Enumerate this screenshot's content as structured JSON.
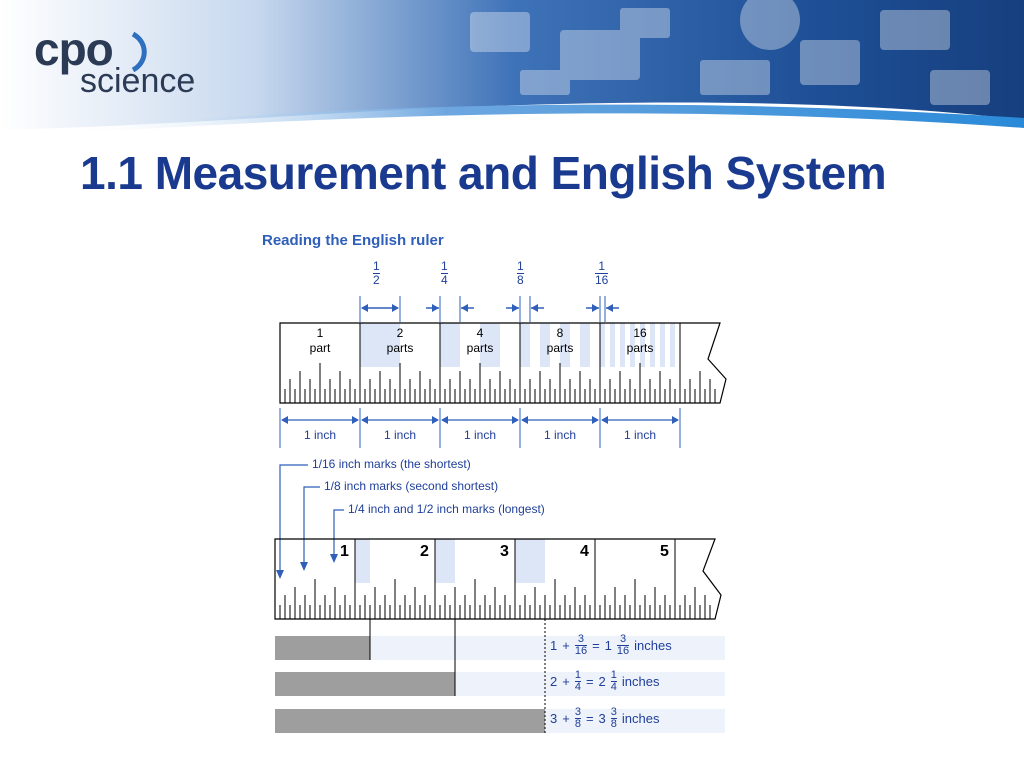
{
  "logo": {
    "line1": "cpo",
    "line2": "science"
  },
  "title": "1.1 Measurement and English System",
  "colors": {
    "title": "#1a3a8f",
    "logo_text": "#2b3a55",
    "logo_accent": "#2e6fbf",
    "figure_blue": "#2f5fb8",
    "figure_text": "#1f3f9a",
    "shade": "#dde6f7",
    "bar": "#9e9e9e"
  },
  "figure": {
    "heading": "Reading the English ruler",
    "top_fractions": [
      {
        "num": "1",
        "den": "2"
      },
      {
        "num": "1",
        "den": "4"
      },
      {
        "num": "1",
        "den": "8"
      },
      {
        "num": "1",
        "den": "16"
      }
    ],
    "part_labels": [
      {
        "top": "1",
        "bottom": "part"
      },
      {
        "top": "2",
        "bottom": "parts"
      },
      {
        "top": "4",
        "bottom": "parts"
      },
      {
        "top": "8",
        "bottom": "parts"
      },
      {
        "top": "16",
        "bottom": "parts"
      }
    ],
    "inch_labels": [
      "1 inch",
      "1 inch",
      "1 inch",
      "1 inch",
      "1 inch"
    ],
    "mark_notes": [
      "1/16 inch marks (the shortest)",
      "1/8 inch marks (second shortest)",
      "1/4 inch and 1/2 inch marks (longest)"
    ],
    "ruler_numbers": [
      "1",
      "2",
      "3",
      "4",
      "5"
    ],
    "examples": [
      {
        "whole": "1",
        "plus": "+",
        "num": "3",
        "den": "16",
        "eq": "=",
        "result_whole": "1",
        "result_num": "3",
        "result_den": "16",
        "unit": "inches",
        "value_inches": 1.1875
      },
      {
        "whole": "2",
        "plus": "+",
        "num": "1",
        "den": "4",
        "eq": "=",
        "result_whole": "2",
        "result_num": "1",
        "result_den": "4",
        "unit": "inches",
        "value_inches": 2.25
      },
      {
        "whole": "3",
        "plus": "+",
        "num": "3",
        "den": "8",
        "eq": "=",
        "result_whole": "3",
        "result_num": "3",
        "result_den": "8",
        "unit": "inches",
        "value_inches": 3.375
      }
    ]
  }
}
